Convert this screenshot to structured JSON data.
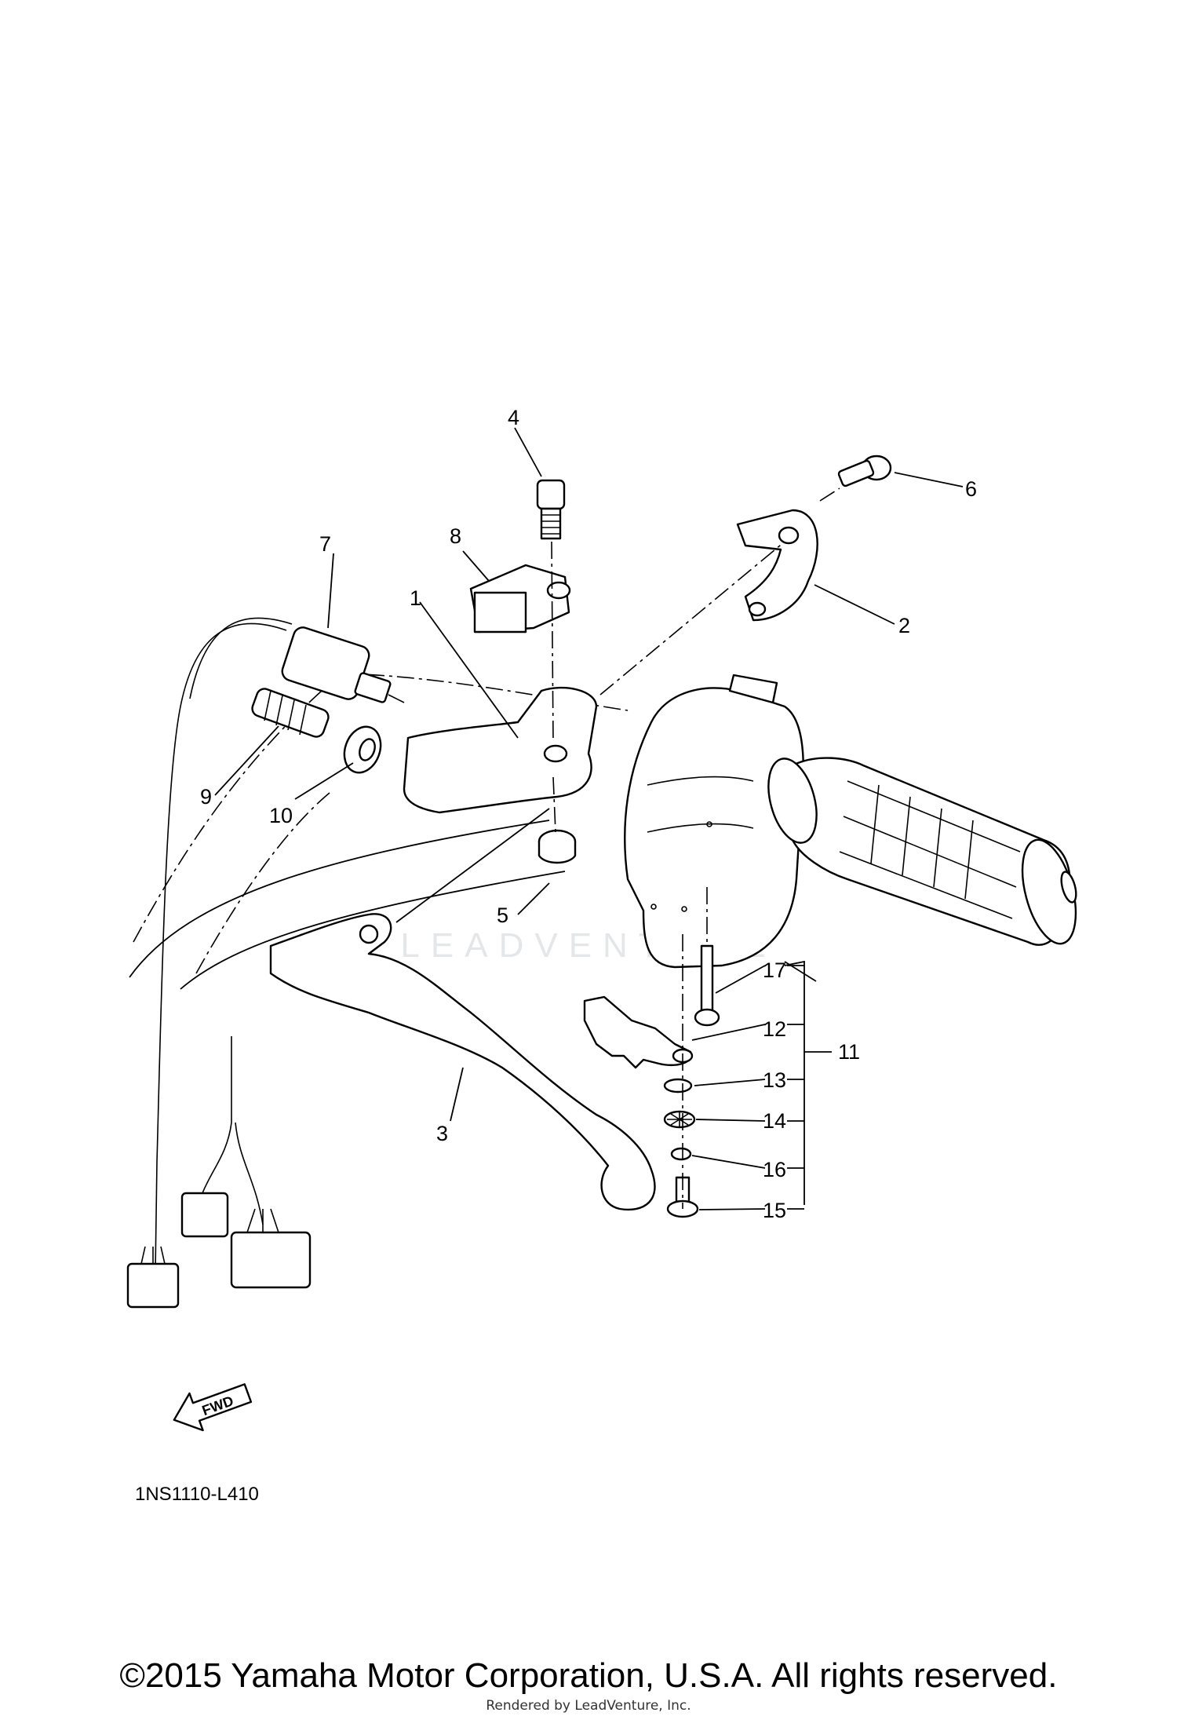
{
  "diagram": {
    "code": "1NS1110-L410",
    "fwd_label": "FWD",
    "watermark": "LEADVENTURE",
    "callouts": [
      "1",
      "2",
      "3",
      "4",
      "5",
      "6",
      "7",
      "8",
      "9",
      "10",
      "11",
      "12",
      "13",
      "14",
      "15",
      "16",
      "17"
    ]
  },
  "footer": {
    "copyright": "©2015 Yamaha Motor Corporation, U.S.A. All rights reserved.",
    "rendered_by": "Rendered by LeadVenture, Inc."
  }
}
